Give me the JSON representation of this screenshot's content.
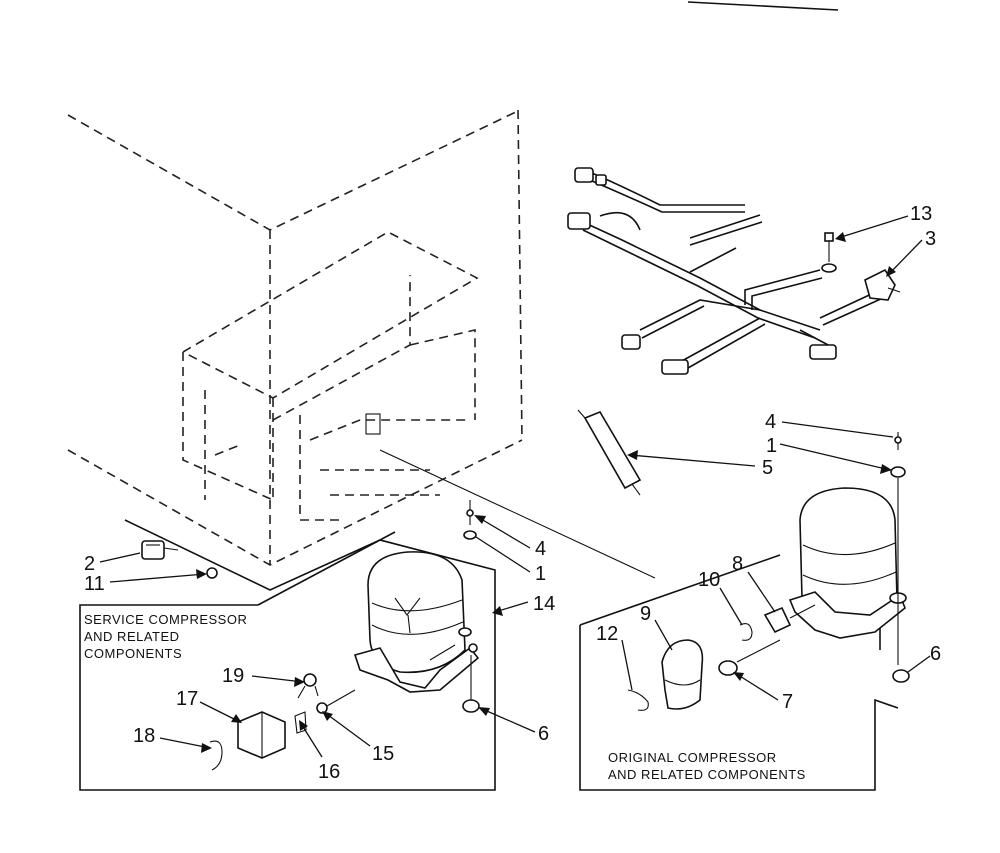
{
  "service_group": {
    "caption_lines": [
      "SERVICE COMPRESSOR",
      "AND RELATED",
      "COMPONENTS"
    ]
  },
  "original_group": {
    "caption_lines": [
      "ORIGINAL COMPRESSOR",
      "AND RELATED COMPONENTS"
    ]
  },
  "callouts": {
    "c2": "2",
    "c11": "11",
    "c4_left": "4",
    "c1_left": "1",
    "c14": "14",
    "c6_left": "6",
    "c19": "19",
    "c17": "17",
    "c18": "18",
    "c16": "16",
    "c15": "15",
    "c13": "13",
    "c3": "3",
    "c5": "5",
    "c4_right": "4",
    "c1_right": "1",
    "c8": "8",
    "c10": "10",
    "c9": "9",
    "c12": "12",
    "c7": "7",
    "c6_right": "6"
  }
}
